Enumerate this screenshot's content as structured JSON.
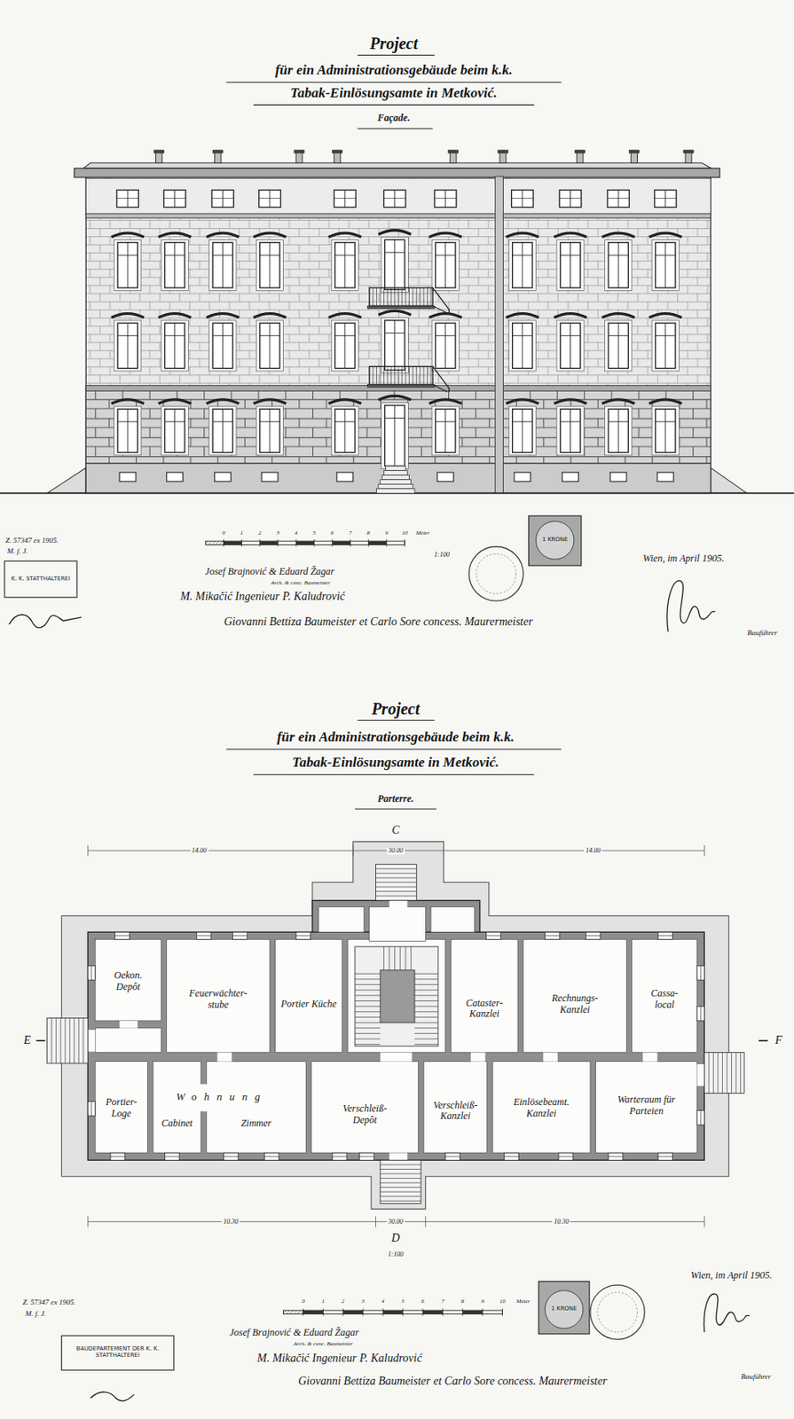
{
  "diagram": {
    "title": "Project",
    "nodes": [
      {
        "text": [
          "Oekon. Depôt"
        ]
      },
      {
        "text": [
          "Feuerwächter- stube"
        ]
      },
      {
        "text": [
          "Portier Küche"
        ]
      },
      {
        "text": [
          "Cataster- Kanzlei"
        ]
      },
      {
        "text": [
          "Rechnungs- Kanzlei"
        ]
      },
      {
        "text": [
          "Cassa- local"
        ]
      },
      {
        "text": [
          "Portier- Loge"
        ]
      },
      {
        "text": [
          "Cabinet"
        ]
      },
      {
        "text": [
          "Zimmer"
        ]
      },
      {
        "text": [
          "Verschleiß- Depôt"
        ]
      },
      {
        "text": [
          "Verschleiß- Kanzlei"
        ]
      },
      {
        "text": [
          "Einlösebeamt. Kanzlei"
        ]
      },
      {
        "text": [
          "Warteraum für Parteien"
        ]
      }
    ],
    "labels": [
      "für ein Administrationsgebäude beim k.k.",
      "Tabak-Einlösungsamte in Metković.",
      "Façade.",
      "Z. 57347 ex 1905.",
      "M. f. J.",
      "K. K. STATTHALTEREI",
      "0",
      "1",
      "2",
      "3",
      "4",
      "5",
      "6",
      "7",
      "8",
      "9",
      "10",
      "Meter",
      "1:100",
      "Josef Brajnović & Eduard Žagar",
      "Arch. & conc. Baumeister",
      "M. Mikačić Ingenieur P. Kaludrović",
      "Giovanni Bettiza Baumeister et Carlo Sore concess. Maurermeister",
      "1 KRONE",
      "Wien, im April 1905.",
      "Bauführer",
      "Project",
      "für ein Administrationsgebäude beim k.k.",
      "Tabak-Einlösungsamte in Metković.",
      "Parterre.",
      "C",
      "14.00",
      "30.00",
      "14.00",
      "E",
      "F",
      "Wohnung",
      "10.30",
      "30.00",
      "10.30",
      "D",
      "1:100",
      "Z. 57347 ex 1905.",
      "M. f. J.",
      "0",
      "1",
      "2",
      "3",
      "4",
      "5",
      "6",
      "7",
      "8",
      "9",
      "10",
      "Meter",
      "Josef Brajnović & Eduard Žagar",
      "Arch. & conc. Baumeister",
      "BAUDEPARTEMENT DER K. K. STATTHALTEREI",
      "M. Mikačić Ingenieur P. Kaludrović",
      "Giovanni Bettiza Baumeister et Carlo Sore concess. Maurermeister",
      "1 KRONE",
      "Wien, im April 1905.",
      "Bauführer"
    ]
  }
}
